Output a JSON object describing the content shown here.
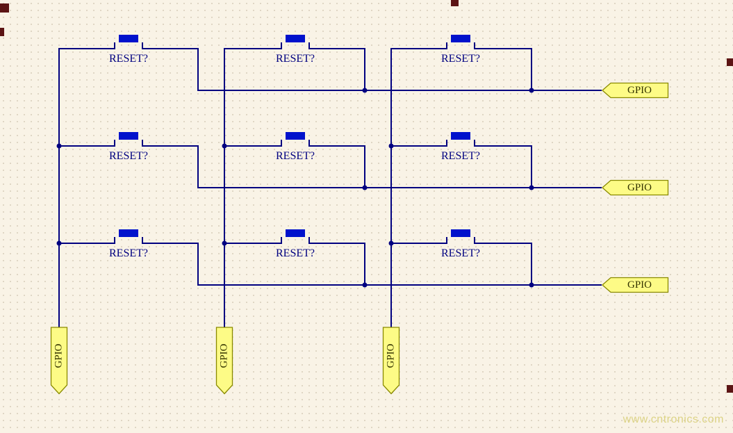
{
  "diagram": {
    "buttons": [
      {
        "label": "RESET?"
      },
      {
        "label": "RESET?"
      },
      {
        "label": "RESET?"
      },
      {
        "label": "RESET?"
      },
      {
        "label": "RESET?"
      },
      {
        "label": "RESET?"
      },
      {
        "label": "RESET?"
      },
      {
        "label": "RESET?"
      },
      {
        "label": "RESET?"
      }
    ],
    "right_ports": [
      {
        "label": "GPIO"
      },
      {
        "label": "GPIO"
      },
      {
        "label": "GPIO"
      }
    ],
    "bottom_ports": [
      {
        "label": "GPIO"
      },
      {
        "label": "GPIO"
      },
      {
        "label": "GPIO"
      }
    ],
    "watermark": "www.cntronics.com",
    "colors": {
      "background": "#f9f3e6",
      "grid_dot": "#d6ccb8",
      "wire": "#000080",
      "button_cap": "#0012cc",
      "label": "#000080",
      "port_fill": "#fdfb86",
      "port_border": "#8a8a00",
      "port_text": "#343400",
      "watermark": "#dcd386",
      "edge_mark": "#5c1414"
    }
  }
}
